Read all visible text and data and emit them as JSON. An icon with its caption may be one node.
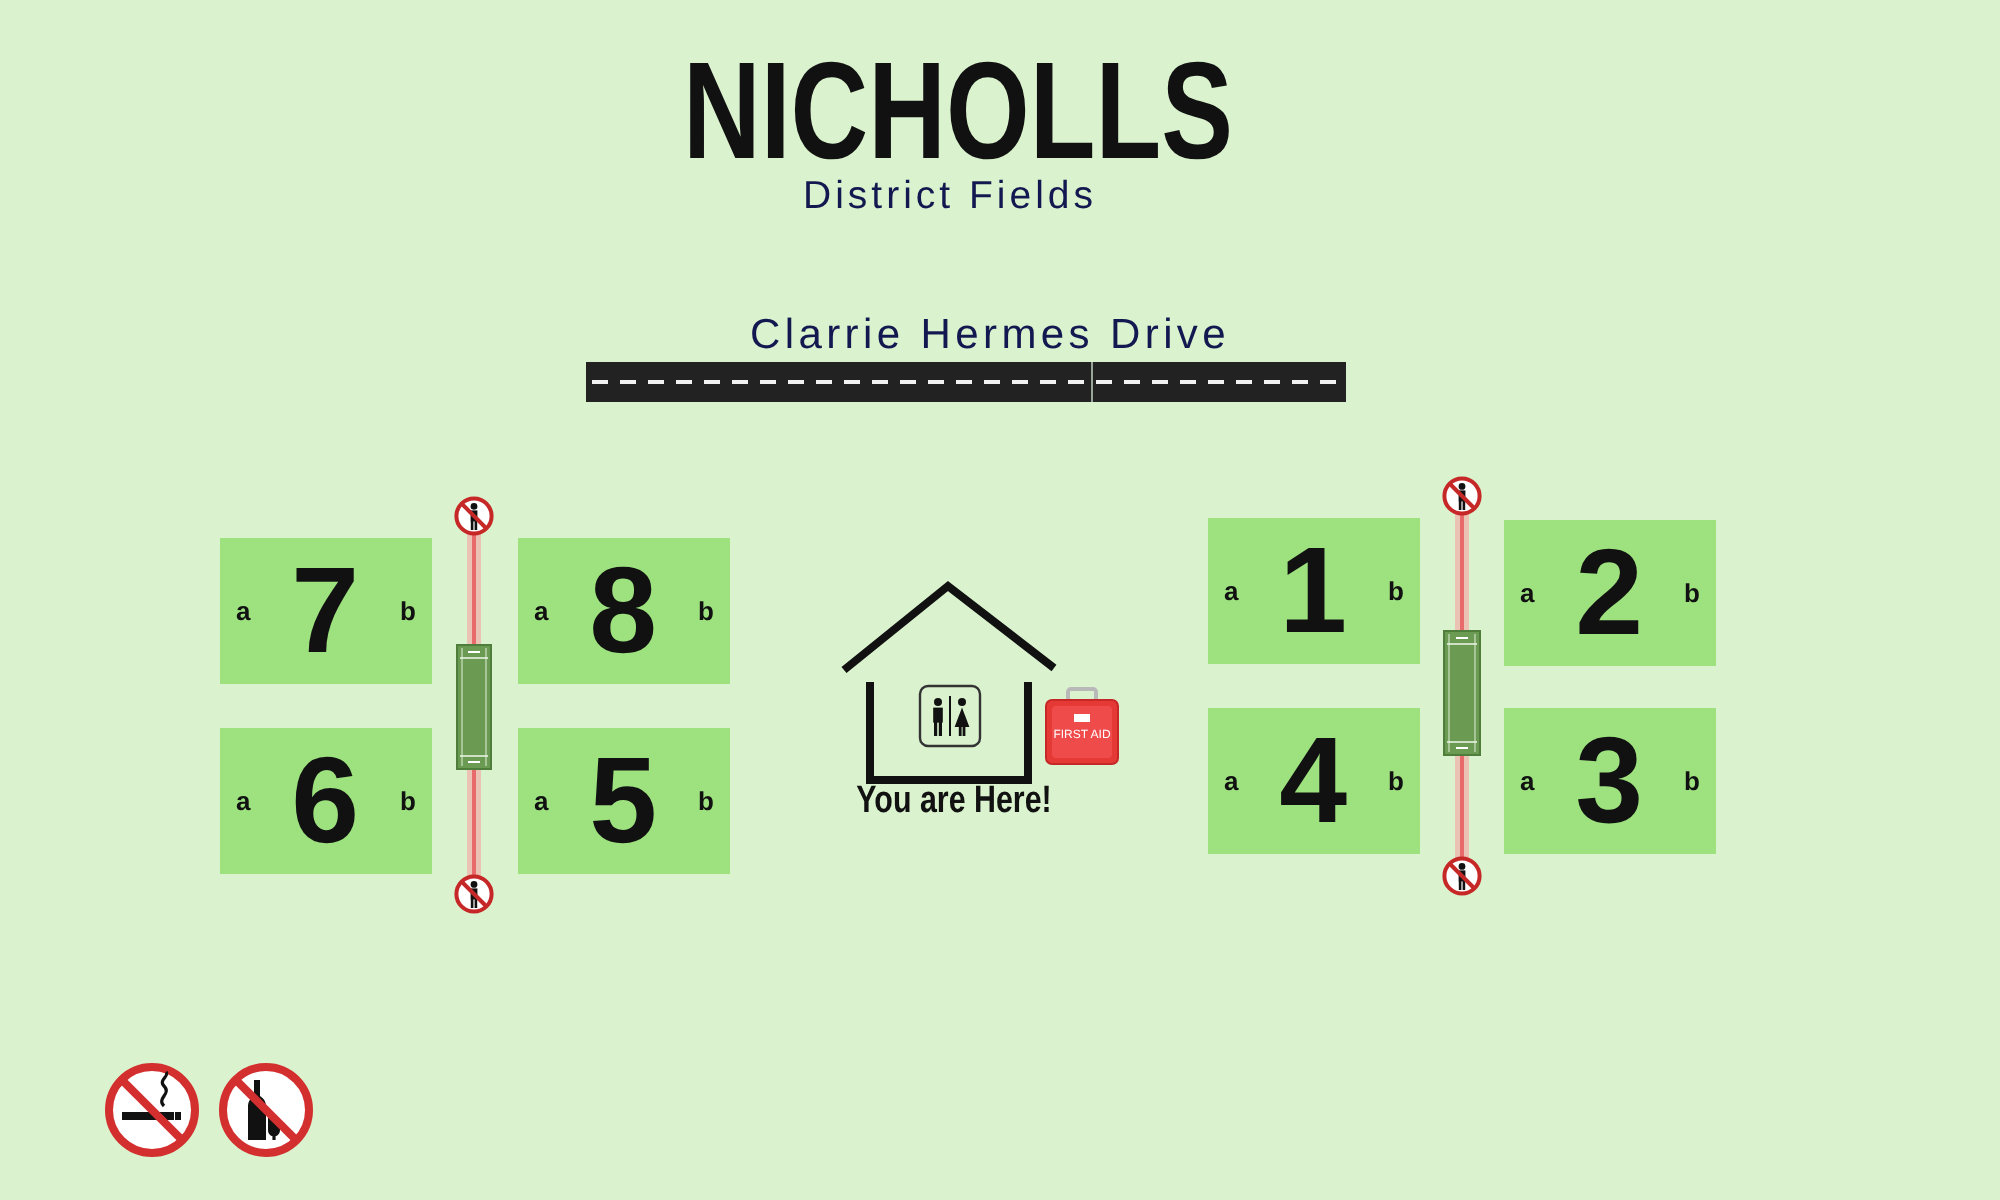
{
  "diagram": {
    "title": "NICHOLLS",
    "nodes": [
      {
        "text": [
          "a",
          "7",
          "b"
        ]
      },
      {
        "text": [
          "a",
          "8",
          "b"
        ]
      },
      {
        "text": [
          "a",
          "6",
          "b"
        ]
      },
      {
        "text": [
          "a",
          "5",
          "b"
        ]
      },
      {
        "text": [
          "a",
          "1",
          "b"
        ]
      },
      {
        "text": [
          "a",
          "2",
          "b"
        ]
      },
      {
        "text": [
          "a",
          "4",
          "b"
        ]
      },
      {
        "text": [
          "a",
          "3",
          "b"
        ]
      }
    ],
    "labels": [
      "District Fields",
      "Clarrie Hermes Drive",
      "You are Here!",
      "FIRST AID"
    ]
  }
}
